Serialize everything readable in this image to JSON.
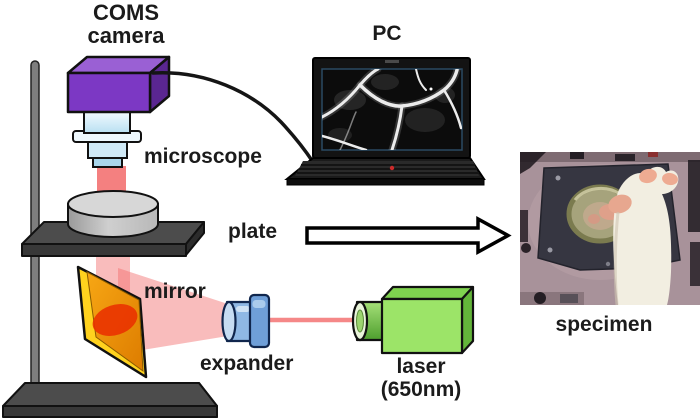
{
  "figure": {
    "labels": {
      "camera_line1": "COMS",
      "camera_line2": "camera",
      "pc": "PC",
      "microscope": "microscope",
      "plate": "plate",
      "mirror": "mirror",
      "expander": "expander",
      "laser_line1": "laser",
      "laser_line2": "(650nm)",
      "specimen": "specimen"
    },
    "colors": {
      "camera_front": "#7C38C4",
      "camera_top": "#9A60D4",
      "camera_side": "#5A2691",
      "microscope_blue": "#CFE9F6",
      "beam_red": "#F26A6A",
      "mirror_frame": "#FFD21E",
      "mirror_face": "#F09A00",
      "mirror_spot": "#E93000",
      "expander_body": "#6F9FD8",
      "expander_cap": "#C6DCF2",
      "laser_front": "#9CE468",
      "laser_top": "#7FD24F",
      "laser_side": "#63B53A",
      "stand_gray": "#4C4C4C",
      "arrow_fill": "#FFFFFF"
    }
  }
}
